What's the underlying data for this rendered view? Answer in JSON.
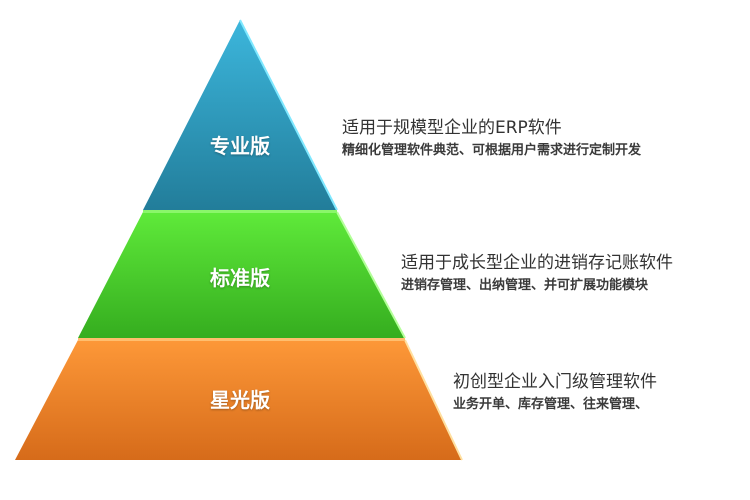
{
  "tiers": [
    {
      "name": "专业版",
      "title": "适用于规模型企业的ERP软件",
      "subtitle": "精细化管理软件典范、可根据用户需求进行定制开发",
      "color_top": "#3cb6dc",
      "color_bottom": "#227d9a"
    },
    {
      "name": "标准版",
      "title": "适用于成长型企业的进销存记账软件",
      "subtitle": "进销存管理、出纳管理、并可扩展功能模块",
      "color_top": "#5fea3a",
      "color_bottom": "#35ad1f"
    },
    {
      "name": "星光版",
      "title": "初创型企业入门级管理软件",
      "subtitle": "业务开单、库存管理、往来管理、",
      "color_top": "#fd9838",
      "color_bottom": "#d66b1a"
    }
  ]
}
